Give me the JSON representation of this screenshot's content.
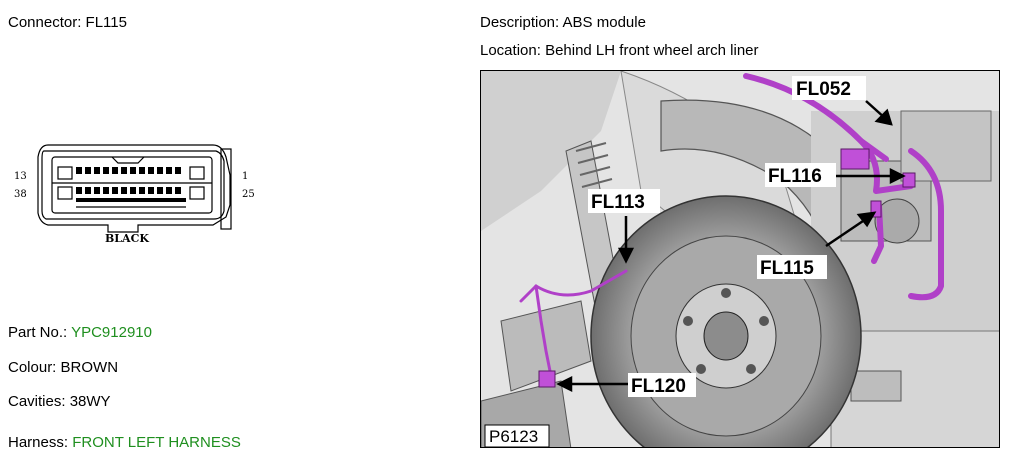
{
  "connector": {
    "heading_label": "Connector:",
    "id": "FL115",
    "pin_top_left": "13",
    "pin_bottom_left": "38",
    "pin_top_right": "1",
    "pin_bottom_right": "25",
    "color_label": "BLACK"
  },
  "description": {
    "label": "Description:",
    "value": "ABS module"
  },
  "location": {
    "label": "Location:",
    "value": "Behind LH front wheel arch liner"
  },
  "details": {
    "part_label": "Part No.:",
    "part_value": "YPC912910",
    "colour_label": "Colour:",
    "colour_value": "BROWN",
    "cavities_label": "Cavities:",
    "cavities_value": "38WY",
    "harness_label": "Harness:",
    "harness_value": "FRONT LEFT HARNESS"
  },
  "photo": {
    "id": "P6123",
    "callouts": [
      "FL052",
      "FL116",
      "FL113",
      "FL115",
      "FL120"
    ],
    "harness_color": "#b040c8"
  },
  "colors": {
    "link_green": "#1f8f1f"
  }
}
